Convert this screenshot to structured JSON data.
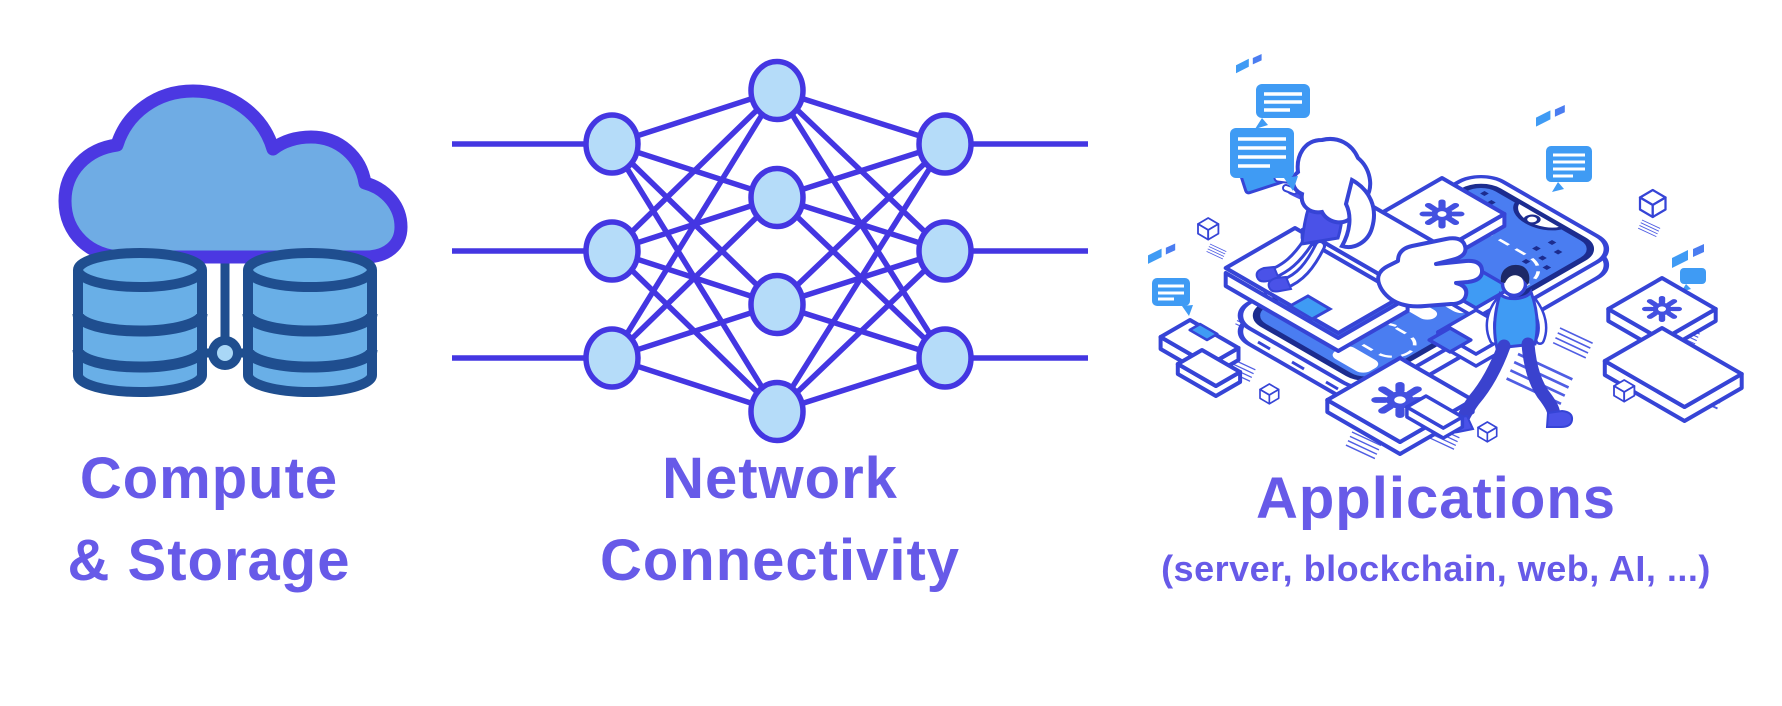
{
  "sections": [
    {
      "id": "compute-storage",
      "icon": "cloud-databases-icon",
      "label_line1": "Compute",
      "label_line2": "& Storage"
    },
    {
      "id": "network-connectivity",
      "icon": "neural-network-icon",
      "label_line1": "Network",
      "label_line2": "Connectivity"
    },
    {
      "id": "applications",
      "icon": "isometric-app-development-illustration",
      "label": "Applications",
      "sublabel": "(server, blockchain, web, AI, ...)"
    }
  ],
  "diagram": {
    "type": "three-pillar-tech-stack",
    "network": {
      "layers": [
        3,
        4,
        3
      ],
      "style": "fully-connected",
      "input_stubs": 3,
      "output_stubs": 3
    }
  },
  "colors": {
    "label_text": "#675AE8",
    "network_stroke": "#4436E2",
    "network_node_fill": "#B5DCF9",
    "cloud_fill": "#6FACE4",
    "cloud_stroke": "#4B38E2",
    "database_fill": "#69AFE7",
    "database_stroke": "#1F4E8F",
    "illustration_line": "#3644D6",
    "illustration_screen": "#4A7DF1",
    "illustration_screen_rim": "#1C2C8F",
    "illustration_accent": "#3F9BF4",
    "illustration_indigo": "#4A52E8",
    "illustration_pants": "#3A42CE",
    "illustration_hair": "#1D2967"
  }
}
